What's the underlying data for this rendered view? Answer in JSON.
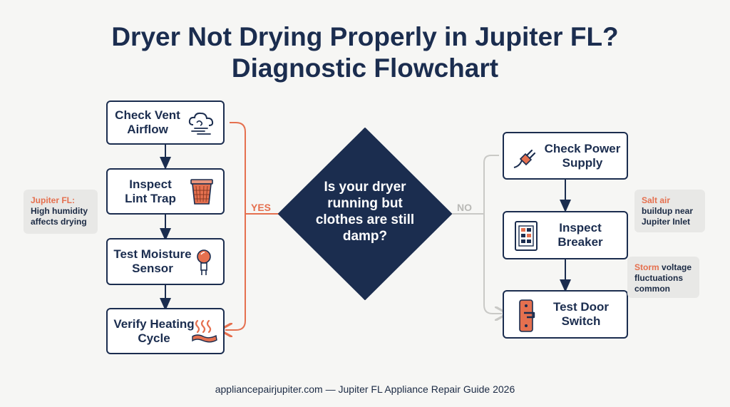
{
  "title_line1": "Dryer Not Drying Properly in Jupiter FL?",
  "title_line2": "Diagnostic Flowchart",
  "decision": {
    "question": "Is your dryer running but clothes are still damp?",
    "yes_label": "YES",
    "no_label": "NO"
  },
  "left_steps": [
    {
      "label": "Check Vent Airflow",
      "icon": "wind-cloud-icon"
    },
    {
      "label": "Inspect Lint Trap",
      "icon": "lint-filter-icon"
    },
    {
      "label": "Test Moisture Sensor",
      "icon": "sensor-probe-icon"
    },
    {
      "label": "Verify Heating Cycle",
      "icon": "heating-waves-icon"
    }
  ],
  "right_steps": [
    {
      "label": "Check Power Supply",
      "icon": "power-plug-icon"
    },
    {
      "label": "Inspect Breaker",
      "icon": "breaker-panel-icon"
    },
    {
      "label": "Test Door Switch",
      "icon": "door-switch-icon"
    }
  ],
  "notes": {
    "humidity": {
      "highlight": "Jupiter FL:",
      "text": "High humidity affects drying"
    },
    "salt": {
      "highlight": "Salt air",
      "text": "buildup near Jupiter Inlet"
    },
    "storm": {
      "highlight": "Storm",
      "text": "voltage fluctuations common"
    }
  },
  "footer": "appliancepairjupiter.com — Jupiter FL Appliance Repair Guide 2026",
  "colors": {
    "navy": "#1b2d4f",
    "accent": "#e5704f",
    "gray_line": "#c9c9c6",
    "note_bg": "#e8e8e6"
  }
}
